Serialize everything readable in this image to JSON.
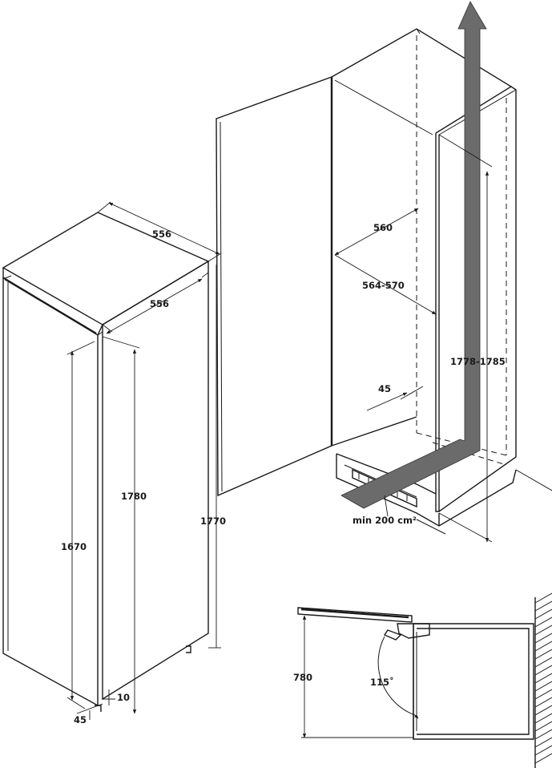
{
  "left_view": {
    "depth_top": "556",
    "width_top": "556",
    "inner_height": "1670",
    "door_height": "1780",
    "total_height": "1770",
    "gap_small": "10",
    "gap_side": "45"
  },
  "niche_view": {
    "depth": "560",
    "width_range": "564-570",
    "height_range": "1778-1785",
    "offset": "45",
    "vent_label": "min 200 cm²"
  },
  "door_view": {
    "height": "780",
    "angle": "115˚"
  }
}
